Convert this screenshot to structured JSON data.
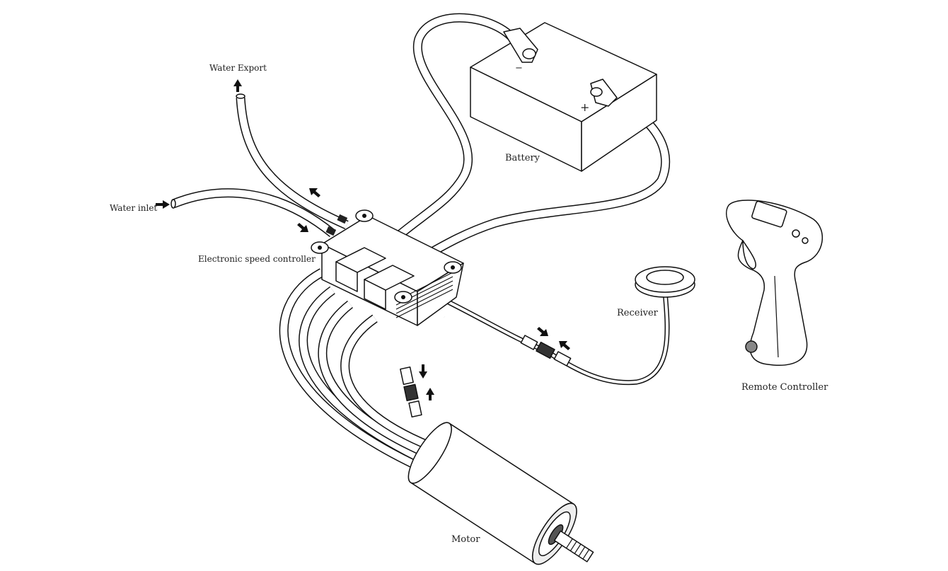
{
  "labels": {
    "water_export": "Water Export",
    "water_inlet": "Water inlet",
    "esc": "Electronic speed controller",
    "battery": "Battery",
    "battery_negative": "−",
    "battery_positive": "+",
    "receiver": "Receiver",
    "remote_controller": "Remote Controller",
    "motor": "Motor"
  }
}
